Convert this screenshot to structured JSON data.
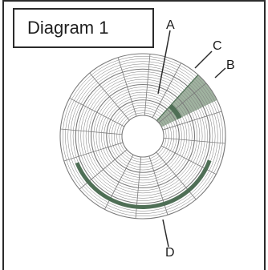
{
  "title": "Diagram 1",
  "labels": {
    "a": "A",
    "b": "B",
    "c": "C",
    "d": "D"
  },
  "colors": {
    "lines": "#7a7a7a",
    "sector_fill": "#8fa68f",
    "highlight": "#4f6f56",
    "border": "#2b2b2b"
  },
  "disk": {
    "track_count": 24,
    "sector_count": 16
  }
}
